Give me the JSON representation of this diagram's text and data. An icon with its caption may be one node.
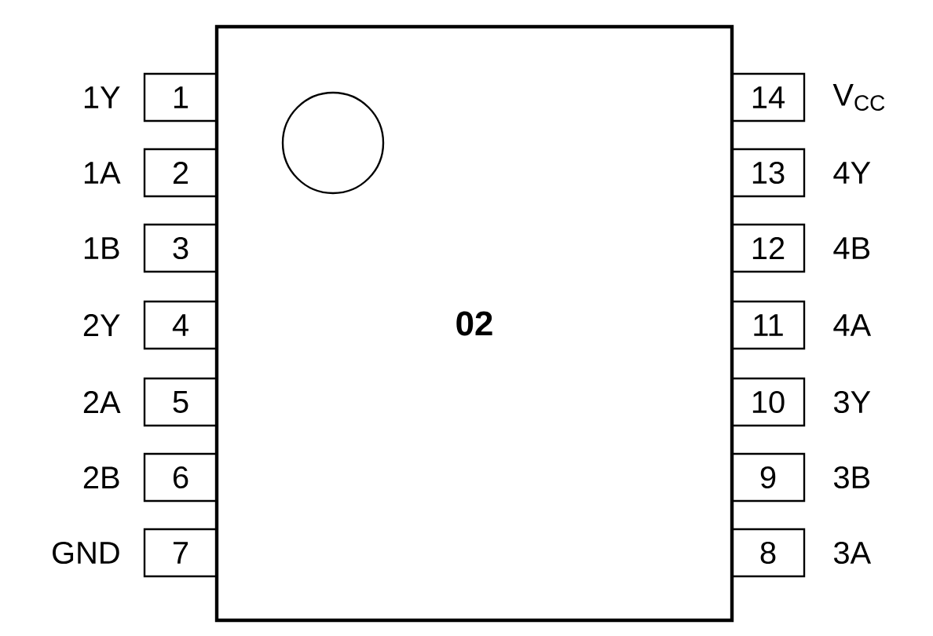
{
  "diagram": {
    "nodes": [
      {
        "text": [
          "02"
        ]
      },
      {
        "text": [
          "1"
        ],
        "beside": [
          "1Y"
        ]
      },
      {
        "text": [
          "2"
        ],
        "beside": [
          "1A"
        ]
      },
      {
        "text": [
          "3"
        ],
        "beside": [
          "1B"
        ]
      },
      {
        "text": [
          "4"
        ],
        "beside": [
          "2Y"
        ]
      },
      {
        "text": [
          "5"
        ],
        "beside": [
          "2A"
        ]
      },
      {
        "text": [
          "6"
        ],
        "beside": [
          "2B"
        ]
      },
      {
        "text": [
          "7"
        ],
        "beside": [
          "GND"
        ]
      },
      {
        "text": [
          "14"
        ],
        "beside": [
          "V$_{CC}$"
        ]
      },
      {
        "text": [
          "13"
        ],
        "beside": [
          "4Y"
        ]
      },
      {
        "text": [
          "12"
        ],
        "beside": [
          "4B"
        ]
      },
      {
        "text": [
          "11"
        ],
        "beside": [
          "4A"
        ]
      },
      {
        "text": [
          "10"
        ],
        "beside": [
          "3Y"
        ]
      },
      {
        "text": [
          "9"
        ],
        "beside": [
          "3B"
        ]
      },
      {
        "text": [
          "8"
        ],
        "beside": [
          "3A"
        ]
      }
    ]
  }
}
